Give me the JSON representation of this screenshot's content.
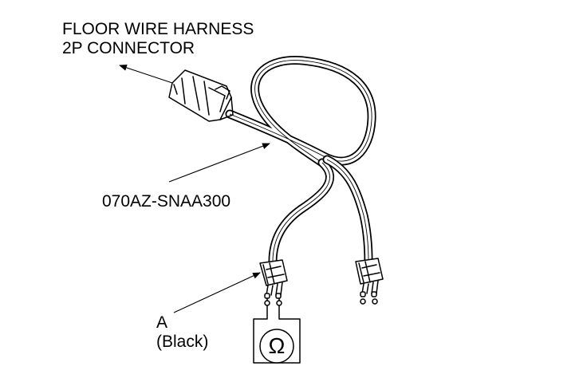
{
  "labels": {
    "harness_line1": "FLOOR WIRE HARNESS",
    "harness_line2": "2P CONNECTOR",
    "part_number": "070AZ-SNAA300",
    "connector_a_letter": "A",
    "connector_a_color": "(Black)",
    "meter_symbol": "Ω"
  }
}
